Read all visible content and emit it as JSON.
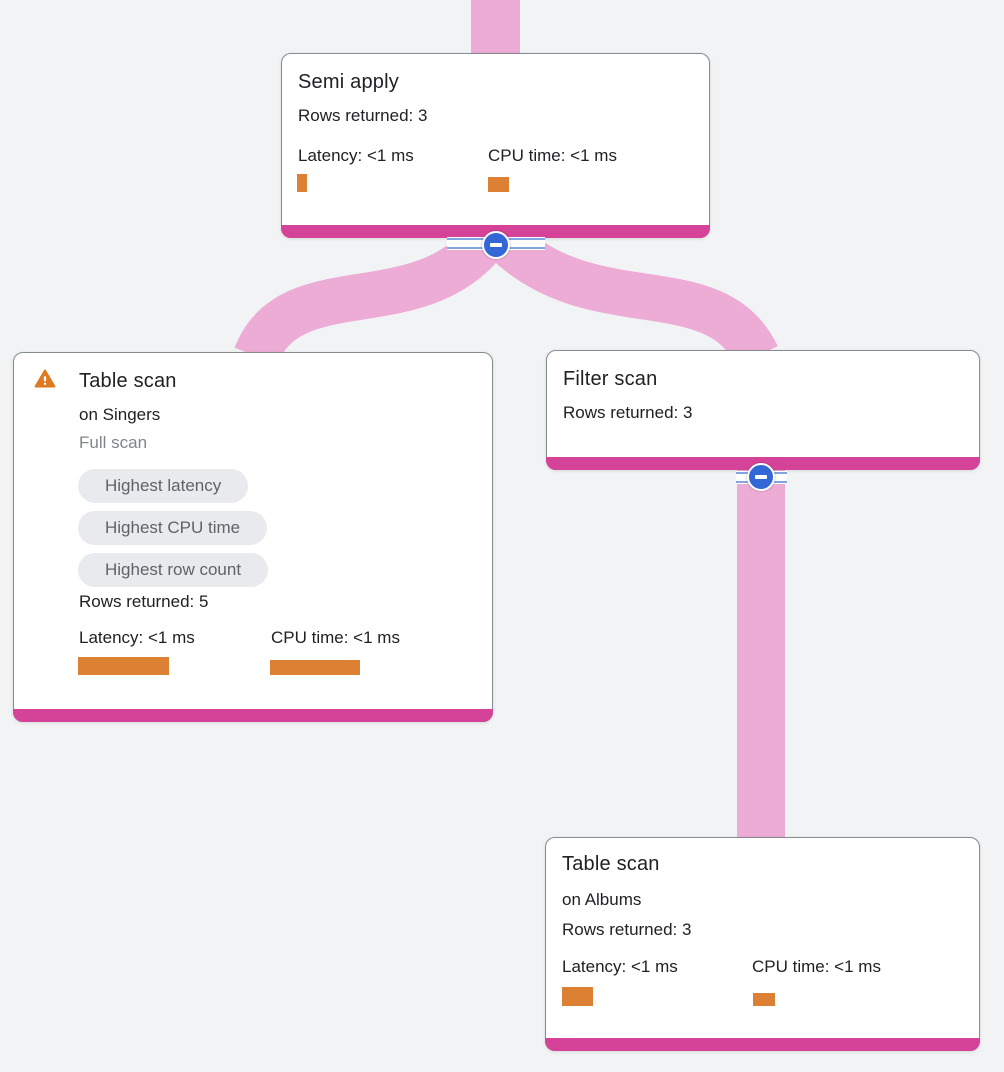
{
  "diagram": {
    "kind": "query-execution-plan-tree",
    "colors": {
      "page_bg": "#f1f3f4",
      "edge_pink": "#ecacd6",
      "accent_pink": "#d54399",
      "bar_orange": "#dc8134",
      "warning_orange": "#dd7a22",
      "collapse_blue": "#3367d6",
      "card_border": "#868b92",
      "pill_bg": "#e8eaed",
      "pill_text": "#5f6368",
      "text_primary": "#202124",
      "text_secondary": "#80868b"
    },
    "icons": {
      "warning": "warning-icon",
      "collapse": "minus-icon"
    }
  },
  "nodes": [
    {
      "id": "semi-apply",
      "title": "Semi apply",
      "rows_returned": "Rows returned: 3",
      "latency": {
        "label": "Latency: <1 ms",
        "bar": {
          "w": 10,
          "h": 18
        }
      },
      "cpu": {
        "label": "CPU time: <1 ms",
        "bar": {
          "w": 21,
          "h": 15
        }
      }
    },
    {
      "id": "table-scan-singers",
      "has_warning": true,
      "title": "Table scan",
      "subtitle": "on Singers",
      "note": "Full scan",
      "badges": [
        "Highest latency",
        "Highest CPU time",
        "Highest row count"
      ],
      "rows_returned": "Rows returned: 5",
      "latency": {
        "label": "Latency: <1 ms",
        "bar": {
          "w": 91,
          "h": 18
        }
      },
      "cpu": {
        "label": "CPU time: <1 ms",
        "bar": {
          "w": 90,
          "h": 15
        }
      }
    },
    {
      "id": "filter-scan",
      "title": "Filter scan",
      "rows_returned": "Rows returned: 3"
    },
    {
      "id": "table-scan-albums",
      "title": "Table scan",
      "subtitle": "on Albums",
      "rows_returned": "Rows returned: 3",
      "latency": {
        "label": "Latency: <1 ms",
        "bar": {
          "w": 31,
          "h": 19
        }
      },
      "cpu": {
        "label": "CPU time: <1 ms",
        "bar": {
          "w": 22,
          "h": 13
        }
      }
    }
  ],
  "edges": [
    {
      "from": "offscreen-parent",
      "to": "semi-apply"
    },
    {
      "from": "semi-apply",
      "to": "table-scan-singers"
    },
    {
      "from": "semi-apply",
      "to": "filter-scan"
    },
    {
      "from": "filter-scan",
      "to": "table-scan-albums"
    }
  ]
}
